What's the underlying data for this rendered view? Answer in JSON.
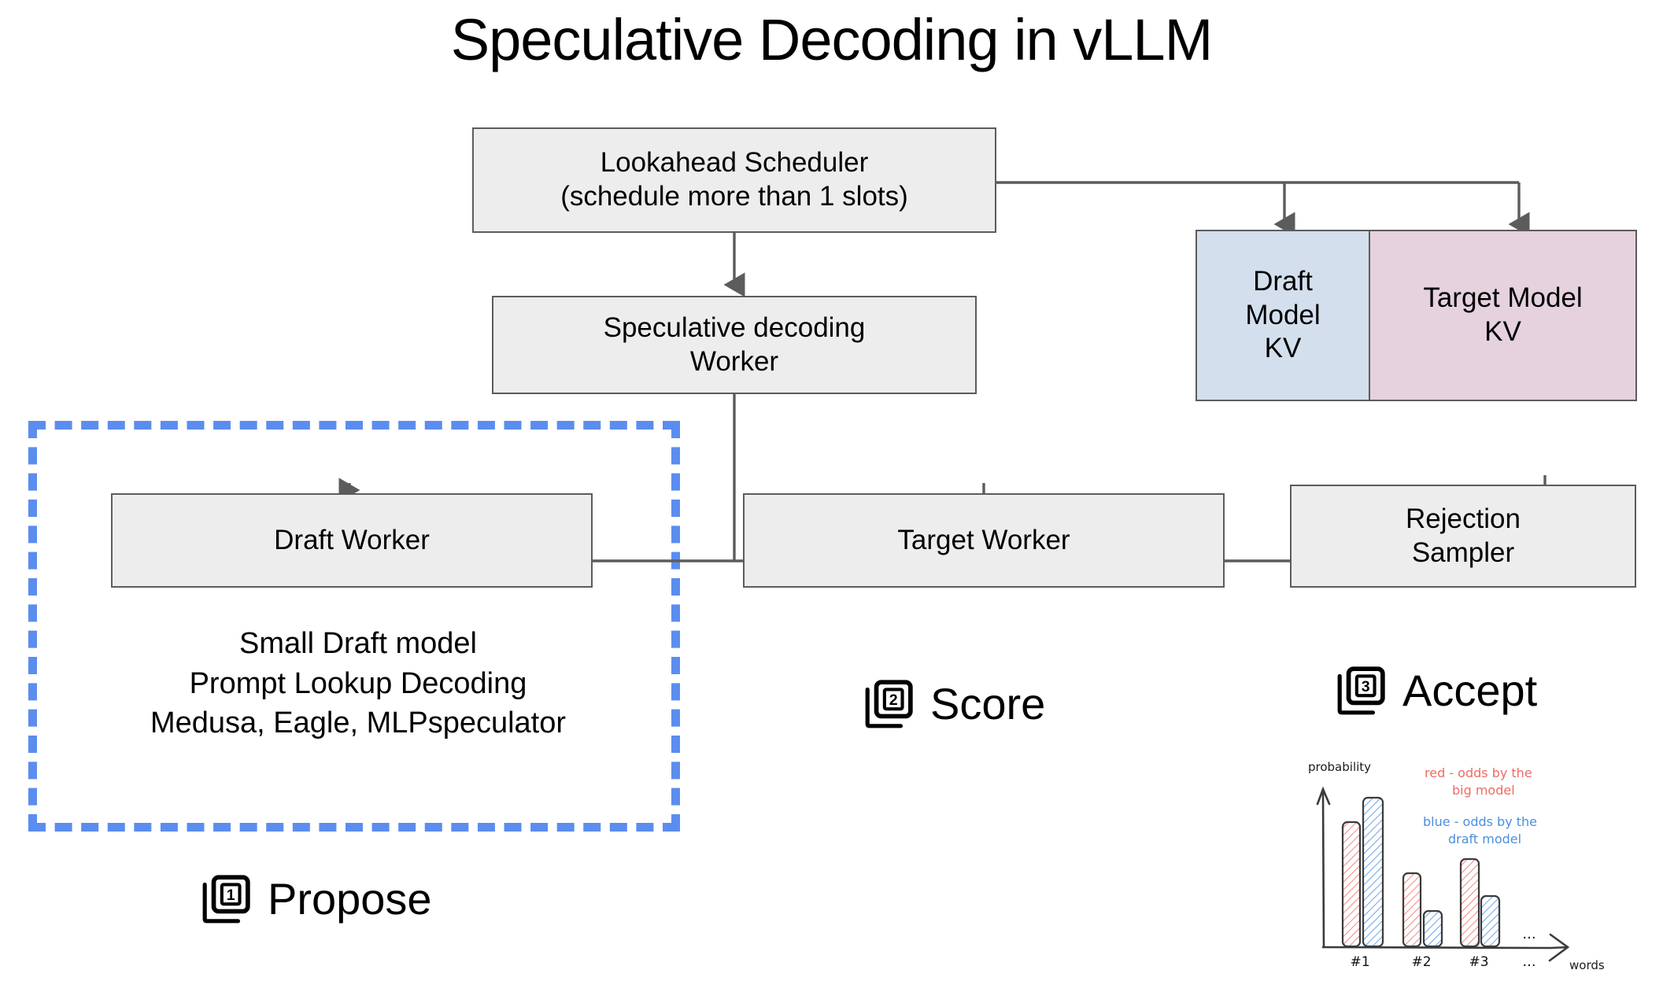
{
  "title": "Speculative Decoding in vLLM",
  "boxes": {
    "lookahead_scheduler": "Lookahead Scheduler\n(schedule more than 1 slots)",
    "spec_decoding_worker": "Speculative decoding\nWorker",
    "draft_model_kv": "Draft\nModel\nKV",
    "target_model_kv": "Target Model\nKV",
    "draft_worker": "Draft Worker",
    "target_worker": "Target Worker",
    "rejection_sampler": "Rejection\nSampler"
  },
  "draft_worker_details": "Small Draft model\nPrompt Lookup Decoding\nMedusa, Eagle, MLPspeculator",
  "steps": [
    {
      "number": "1",
      "label": "Propose",
      "icon": "stacked-cards-1-icon"
    },
    {
      "number": "2",
      "label": "Score",
      "icon": "stacked-cards-2-icon"
    },
    {
      "number": "3",
      "label": "Accept",
      "icon": "stacked-cards-3-icon"
    }
  ],
  "colors": {
    "box_fill": "#ededed",
    "box_stroke": "#5c5c5c",
    "draft_kv_fill": "#d4dfee",
    "target_kv_fill": "#e5d2de",
    "highlight_dash": "#5b8def",
    "chart_red": "#ef6a63",
    "chart_blue": "#4a8fe0"
  },
  "chart_data": {
    "type": "bar",
    "title": "",
    "xlabel": "words",
    "ylabel": "probability",
    "categories": [
      "#1",
      "#2",
      "#3"
    ],
    "series": [
      {
        "name": "red - odds by the big model",
        "color": "#ef6a63",
        "values": [
          0.78,
          0.46,
          0.6
        ]
      },
      {
        "name": "blue - odds by the draft model",
        "color": "#4a8fe0",
        "values": [
          0.88,
          0.23,
          0.36
        ]
      }
    ],
    "legend": [
      {
        "text": "red - odds by the\nbig model",
        "color": "#ef6a63"
      },
      {
        "text": "blue - odds by the\ndraft model",
        "color": "#4a8fe0"
      }
    ],
    "ellipsis_top": "...",
    "ellipsis_bottom": "...",
    "grid": false,
    "legend_position": "top-right",
    "ylim": [
      0,
      1
    ]
  }
}
